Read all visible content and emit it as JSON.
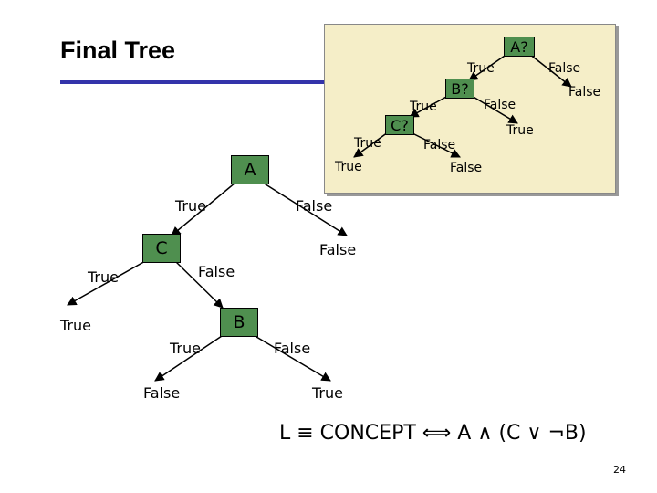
{
  "title": "Final Tree",
  "formula": "L ≡ CONCEPT ⟺ A ∧ (C ∨ ¬B)",
  "page_number": "24",
  "inset": {
    "nodes": {
      "a": "A?",
      "b": "B?",
      "c": "C?"
    },
    "labels": {
      "a_true": "True",
      "a_false": "False",
      "a_false_leaf": "False",
      "b_true": "True",
      "b_false": "False",
      "b_false_leaf": "True",
      "c_true": "True",
      "c_true_leaf": "True",
      "c_false": "False",
      "c_false_leaf": "False"
    }
  },
  "tree": {
    "nodes": {
      "a": "A",
      "c": "C",
      "b": "B"
    },
    "labels": {
      "a_true": "True",
      "a_false": "False",
      "a_false_leaf": "False",
      "c_true": "True",
      "c_true_leaf": "True",
      "c_false": "False",
      "b_true": "True",
      "b_true_leaf": "False",
      "b_false": "False",
      "b_false_leaf": "True"
    }
  }
}
